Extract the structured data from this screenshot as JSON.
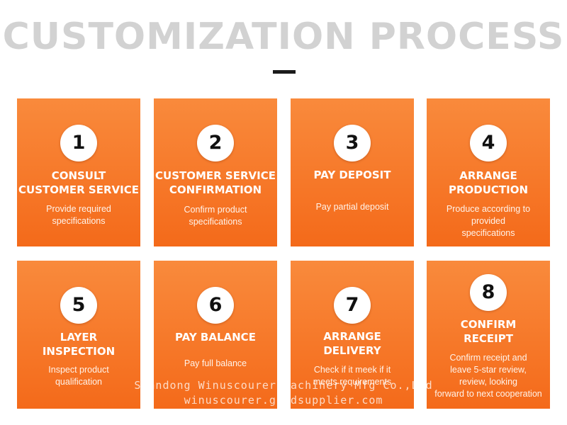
{
  "title": "CUSTOMIZATION PROCESS",
  "steps": [
    {
      "number": "1",
      "heading_lines": [
        "CONSULT",
        "CUSTOMER SERVICE"
      ],
      "desc_lines": [
        "Provide required",
        "specifications"
      ]
    },
    {
      "number": "2",
      "heading_lines": [
        "CUSTOMER SERVICE",
        "CONFIRMATION"
      ],
      "desc_lines": [
        "Confirm product specifications"
      ]
    },
    {
      "number": "3",
      "heading_lines": [
        "PAY DEPOSIT"
      ],
      "desc_lines": [
        "Pay partial deposit"
      ]
    },
    {
      "number": "4",
      "heading_lines": [
        "ARRANGE",
        "PRODUCTION"
      ],
      "desc_lines": [
        "Produce according to provided",
        "specifications"
      ]
    },
    {
      "number": "5",
      "heading_lines": [
        "LAYER",
        "INSPECTION"
      ],
      "desc_lines": [
        "Inspect product",
        "qualification"
      ]
    },
    {
      "number": "6",
      "heading_lines": [
        "PAY BALANCE"
      ],
      "desc_lines": [
        "Pay full balance"
      ]
    },
    {
      "number": "7",
      "heading_lines": [
        "ARRANGE",
        "DELIVERY"
      ],
      "desc_lines": [
        "Check if it meek if it",
        "meets requirements"
      ]
    },
    {
      "number": "8",
      "heading_lines": [
        "CONFIRM",
        "RECEIPT"
      ],
      "desc_lines": [
        "Confirm receipt and",
        "leave 5-star review,",
        "review, looking",
        "forward to next cooperation"
      ]
    }
  ],
  "watermark": {
    "line1": "Shandong Winuscourer Machinery Mfg Co.,Ltd",
    "line2": "winuscourer.goldsupplier.com"
  },
  "colors": {
    "card_top": "#f98a3c",
    "card_bottom": "#f46a1a",
    "title": "#d2d2d2"
  }
}
